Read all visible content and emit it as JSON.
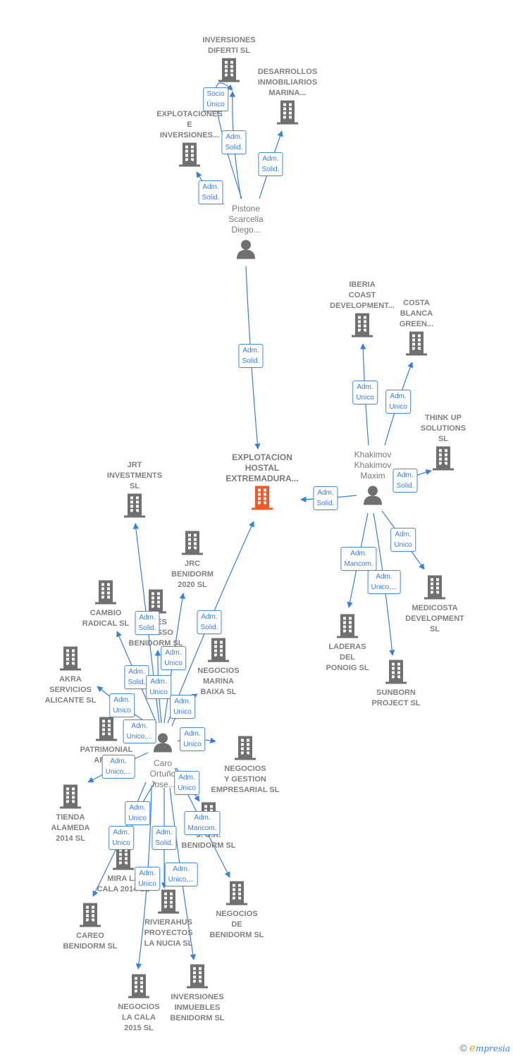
{
  "colors": {
    "edge": "#3b7fdd",
    "company_icon": "#707070",
    "focus_icon": "#f05a28",
    "person_icon": "#707070",
    "label_text": "#808080"
  },
  "focus_node": {
    "id": "explotacion",
    "label": [
      "EXPLOTACION",
      "HOSTAL",
      "EXTREMADURA..."
    ]
  },
  "nodes": [
    {
      "id": "explotacion",
      "type": "focus",
      "label": [
        "EXPLOTACION",
        "HOSTAL",
        "EXTREMADURA..."
      ]
    },
    {
      "id": "pistone",
      "type": "person",
      "label": [
        "Pistone",
        "Scarcella",
        "Diego..."
      ]
    },
    {
      "id": "khakimov",
      "type": "person",
      "label": [
        "Khakimov",
        "Khakimov",
        "Maxim"
      ]
    },
    {
      "id": "caro",
      "type": "person",
      "label": [
        "Caro",
        "Ortuño",
        "Jose..."
      ]
    },
    {
      "id": "diferti",
      "type": "company",
      "label": [
        "INVERSIONES",
        "DIFERTI  SL"
      ]
    },
    {
      "id": "desarrollos",
      "type": "company",
      "label": [
        "DESARROLLOS",
        "INMOBILIARIOS",
        "MARINA..."
      ]
    },
    {
      "id": "explot_inv",
      "type": "company",
      "label": [
        "EXPLOTACIONES",
        "E",
        "INVERSIONES..."
      ]
    },
    {
      "id": "iberia",
      "type": "company",
      "label": [
        "IBERIA",
        "COAST",
        "DEVELOPMENT..."
      ]
    },
    {
      "id": "costa",
      "type": "company",
      "label": [
        "COSTA",
        "BLANCA",
        "GREEN..."
      ]
    },
    {
      "id": "thinkup",
      "type": "company",
      "label": [
        "THINK UP",
        "SOLUTIONS",
        "SL"
      ]
    },
    {
      "id": "medicosta",
      "type": "company",
      "label": [
        "MEDICOSTA",
        "DEVELOPMENT",
        "SL"
      ]
    },
    {
      "id": "laderas",
      "type": "company",
      "label": [
        "LADERAS",
        "DEL",
        "PONOIG  SL"
      ]
    },
    {
      "id": "sunborn",
      "type": "company",
      "label": [
        "SUNBORN",
        "PROJECT  SL"
      ]
    },
    {
      "id": "jrt",
      "type": "company",
      "label": [
        "JRT",
        "INVESTMENTS",
        "SL"
      ]
    },
    {
      "id": "jrc",
      "type": "company",
      "label": [
        "JRC",
        "BENIDORM",
        "2020  SL"
      ]
    },
    {
      "id": "cambio",
      "type": "company",
      "label": [
        "CAMBIO",
        "RADICAL SL"
      ]
    },
    {
      "id": "picasso",
      "type": "company",
      "label": [
        "...RES",
        "PICASSO",
        "BENIDORM  SL"
      ]
    },
    {
      "id": "negmarina",
      "type": "company",
      "label": [
        "NEGOCIOS",
        "MARINA",
        "BAIXA SL"
      ]
    },
    {
      "id": "akra",
      "type": "company",
      "label": [
        "AKRA",
        "SERVICIOS",
        "ALICANTE  SL"
      ]
    },
    {
      "id": "patrimonial",
      "type": "company",
      "label": [
        "PATRIMONIAL",
        "AREI..."
      ]
    },
    {
      "id": "neggestion",
      "type": "company",
      "label": [
        "NEGOCIOS",
        "Y GESTION",
        "EMPRESARIAL SL"
      ]
    },
    {
      "id": "tienda",
      "type": "company",
      "label": [
        "TIENDA",
        "ALAMEDA",
        "2014  SL"
      ]
    },
    {
      "id": "jor",
      "type": "company",
      "label": [
        "J. O.R.",
        "BENIDORM SL"
      ]
    },
    {
      "id": "mira",
      "type": "company",
      "label": [
        "MIRA LA",
        "CALA 2014  SL"
      ]
    },
    {
      "id": "careo",
      "type": "company",
      "label": [
        "CAREO",
        "BENIDORM SL"
      ]
    },
    {
      "id": "rivierahus",
      "type": "company",
      "label": [
        "RIVIERAHUS",
        "PROYECTOS",
        "LA NUCIA  SL"
      ]
    },
    {
      "id": "negbenidorm",
      "type": "company",
      "label": [
        "NEGOCIOS",
        "DE",
        "BENIDORM SL"
      ]
    },
    {
      "id": "negcala",
      "type": "company",
      "label": [
        "NEGOCIOS",
        "LA CALA",
        "2015  SL"
      ]
    },
    {
      "id": "invinmuebles",
      "type": "company",
      "label": [
        "INVERSIONES",
        "INMUEBLES",
        "BENIDORM  SL"
      ]
    }
  ],
  "edges": [
    {
      "from": "pistone",
      "to": "diferti",
      "label": [
        "Socio",
        "Único"
      ]
    },
    {
      "from": "pistone",
      "to": "diferti",
      "label": [
        "Adm.",
        "Solid."
      ]
    },
    {
      "from": "pistone",
      "to": "desarrollos",
      "label": [
        "Adm.",
        "Solid."
      ]
    },
    {
      "from": "pistone",
      "to": "explot_inv",
      "label": [
        "Adm.",
        "Solid."
      ]
    },
    {
      "from": "pistone",
      "to": "explotacion",
      "label": [
        "Adm.",
        "Solid."
      ]
    },
    {
      "from": "khakimov",
      "to": "iberia",
      "label": [
        "Adm.",
        "Unico"
      ]
    },
    {
      "from": "khakimov",
      "to": "costa",
      "label": [
        "Adm.",
        "Unico"
      ]
    },
    {
      "from": "khakimov",
      "to": "thinkup",
      "label": [
        "Adm.",
        "Solid."
      ]
    },
    {
      "from": "khakimov",
      "to": "explotacion",
      "label": [
        "Adm.",
        "Solid."
      ]
    },
    {
      "from": "khakimov",
      "to": "medicosta",
      "label": [
        "Adm.",
        "Unico"
      ]
    },
    {
      "from": "khakimov",
      "to": "laderas",
      "label": [
        "Adm.",
        "Mancom."
      ]
    },
    {
      "from": "khakimov",
      "to": "sunborn",
      "label": [
        "Adm.",
        "Unico,..."
      ]
    },
    {
      "from": "caro",
      "to": "jrt",
      "label": [
        "Adm.",
        "Solid."
      ]
    },
    {
      "from": "caro",
      "to": "explotacion",
      "label": [
        "Adm.",
        "Solid."
      ]
    },
    {
      "from": "caro",
      "to": "jrc",
      "label": [
        "Adm.",
        "Unico"
      ]
    },
    {
      "from": "caro",
      "to": "cambio",
      "label": [
        "Adm.",
        "Solid."
      ]
    },
    {
      "from": "caro",
      "to": "picasso",
      "label": [
        "Adm.",
        "Unico"
      ]
    },
    {
      "from": "caro",
      "to": "negmarina",
      "label": [
        "Adm.",
        "Unico"
      ]
    },
    {
      "from": "caro",
      "to": "akra",
      "label": [
        "Adm.",
        "Unico"
      ]
    },
    {
      "from": "caro",
      "to": "patrimonial",
      "label": [
        "Adm.",
        "Unico,..."
      ]
    },
    {
      "from": "caro",
      "to": "neggestion",
      "label": [
        "Adm.",
        "Unico"
      ]
    },
    {
      "from": "caro",
      "to": "tienda",
      "label": [
        "Adm.",
        "Unico,..."
      ]
    },
    {
      "from": "caro",
      "to": "jor",
      "label": [
        "Adm.",
        "Unico"
      ]
    },
    {
      "from": "caro",
      "to": "negbenidorm",
      "label": [
        "Adm.",
        "Mancom."
      ]
    },
    {
      "from": "caro",
      "to": "mira",
      "label": [
        "Adm.",
        "Unico"
      ]
    },
    {
      "from": "caro",
      "to": "careo",
      "label": [
        "Adm.",
        "Unico"
      ]
    },
    {
      "from": "caro",
      "to": "rivierahus",
      "label": [
        "Adm.",
        "Solid."
      ]
    },
    {
      "from": "caro",
      "to": "negcala",
      "label": [
        "Adm.",
        "Unico"
      ]
    },
    {
      "from": "caro",
      "to": "invinmuebles",
      "label": [
        "Adm.",
        "Unico,..."
      ]
    }
  ],
  "footer": {
    "copyright_symbol": "©",
    "brand_initial": "e",
    "brand_rest": "mpresia"
  }
}
